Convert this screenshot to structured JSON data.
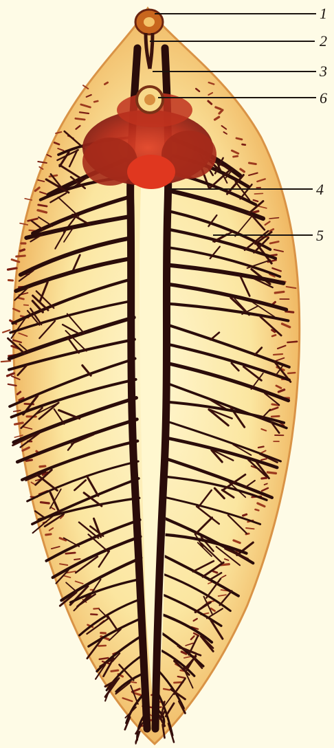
{
  "figure": {
    "callouts": [
      {
        "id": "c1",
        "label": "1"
      },
      {
        "id": "c2",
        "label": "2"
      },
      {
        "id": "c3",
        "label": "3"
      },
      {
        "id": "c6",
        "label": "6"
      },
      {
        "id": "c4",
        "label": "4"
      },
      {
        "id": "c5",
        "label": "5"
      }
    ]
  },
  "colors": {
    "background": "#fefbe6",
    "body_fill": "#fbeaa8",
    "body_edge": "#e9a94f",
    "branch_dark": "#2a0c0a",
    "branch_mid": "#7a1e14",
    "organ_red": "#c0331f",
    "label_ink": "#1b1410"
  },
  "icons": [
    "organism-illustration"
  ]
}
